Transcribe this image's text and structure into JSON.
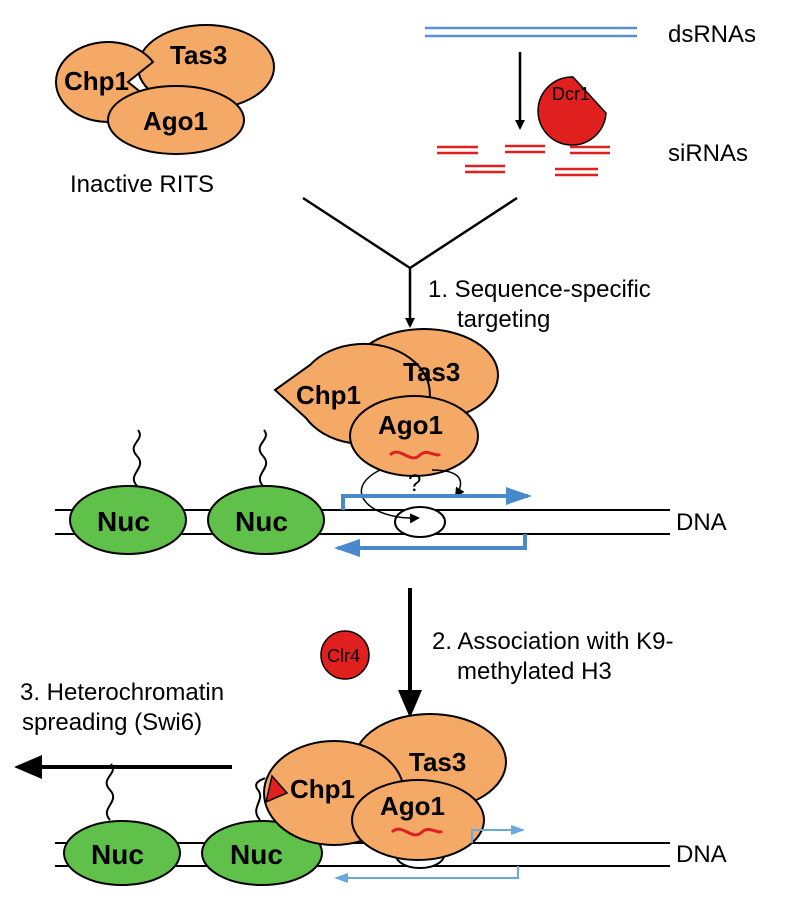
{
  "top_complex": {
    "chp1": "Chp1",
    "tas3": "Tas3",
    "ago1": "Ago1",
    "caption": "Inactive RITS"
  },
  "rnai": {
    "dsrna_label": "dsRNAs",
    "dicer_label": "Dcr1",
    "sirna_label": "siRNAs"
  },
  "step1": {
    "line1": "1. Sequence-specific",
    "line2": "targeting"
  },
  "middle": {
    "chp1": "Chp1",
    "tas3": "Tas3",
    "ago1": "Ago1",
    "question": "?",
    "nuc1": "Nuc",
    "nuc2": "Nuc",
    "dna": "DNA"
  },
  "step2": {
    "enzyme": "Clr4",
    "line1": "2. Association with K9-",
    "line2": "methylated H3"
  },
  "step3": {
    "line1": "3. Heterochromatin",
    "line2": "spreading (Swi6)"
  },
  "bottom": {
    "chp1": "Chp1",
    "tas3": "Tas3",
    "ago1": "Ago1",
    "nuc1": "Nuc",
    "nuc2": "Nuc",
    "dna": "DNA"
  },
  "colors": {
    "protein": "#f5a967",
    "nucleosome": "#5fc04a",
    "enzyme": "#e0201e",
    "dsrna": "#5b8fd6",
    "sirna": "#e0201e",
    "transcript_arrow": "#4a88cc"
  }
}
